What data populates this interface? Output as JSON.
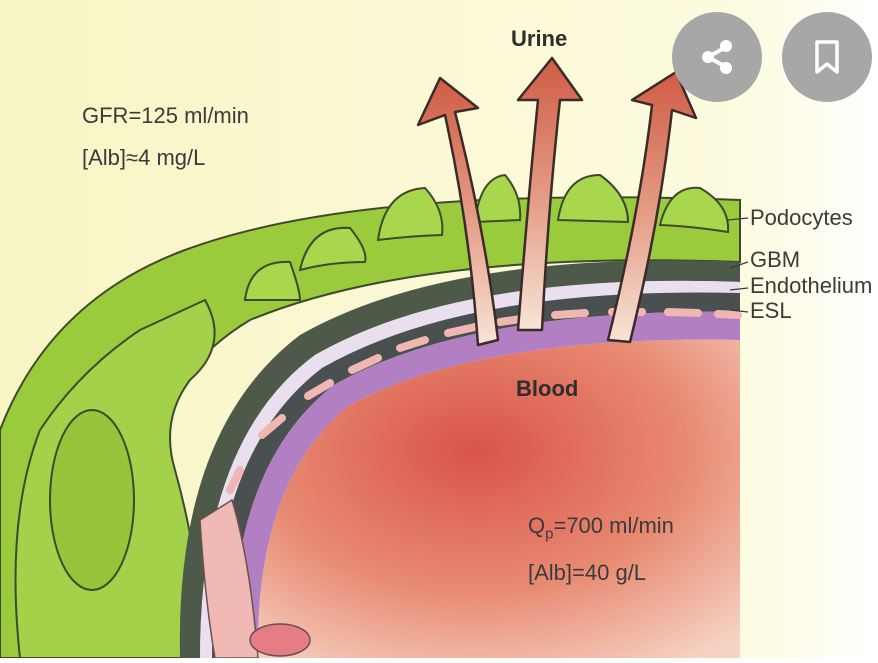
{
  "diagram": {
    "top_label": "Urine",
    "center_label": "Blood",
    "filtrate": {
      "gfr_text": "GFR=125 ml/min",
      "alb_text": "[Alb]≈4 mg/L"
    },
    "plasma": {
      "q_prefix": "Q",
      "q_sub": "p",
      "q_suffix": "=700 ml/min",
      "alb_text": "[Alb]=40 g/L"
    },
    "layers": {
      "podocytes": "Podocytes",
      "gbm": "GBM",
      "endothelium": "Endothelium",
      "esl": "ESL"
    }
  },
  "actions": {
    "share_icon": "share-icon",
    "bookmark_icon": "bookmark-icon"
  },
  "colors": {
    "background": "#fbf8d0",
    "podocyte_green": "#9acb3c",
    "dark_band": "#4d5a4a",
    "esl_purple": "#b27fc2",
    "blood": "#df7060",
    "arrow": "#d56a52",
    "fab_gray": "#a7a7a7"
  }
}
